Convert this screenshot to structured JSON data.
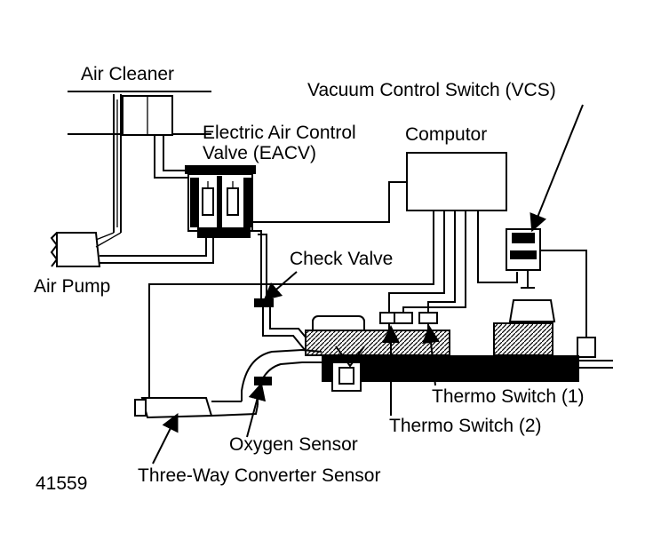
{
  "labels": {
    "air_cleaner": "Air Cleaner",
    "vcs": "Vacuum Control Switch (VCS)",
    "eacv_line1": "Electric Air Control",
    "eacv_line2": "Valve (EACV)",
    "computor": "Computor",
    "air_pump": "Air Pump",
    "check_valve": "Check Valve",
    "thermo_switch_1": "Thermo Switch (1)",
    "thermo_switch_2": "Thermo Switch (2)",
    "oxygen_sensor": "Oxygen Sensor",
    "three_way_converter": "Three-Way Converter Sensor",
    "figure_number": "41559"
  },
  "colors": {
    "ink": "#000000",
    "paper": "#ffffff"
  }
}
